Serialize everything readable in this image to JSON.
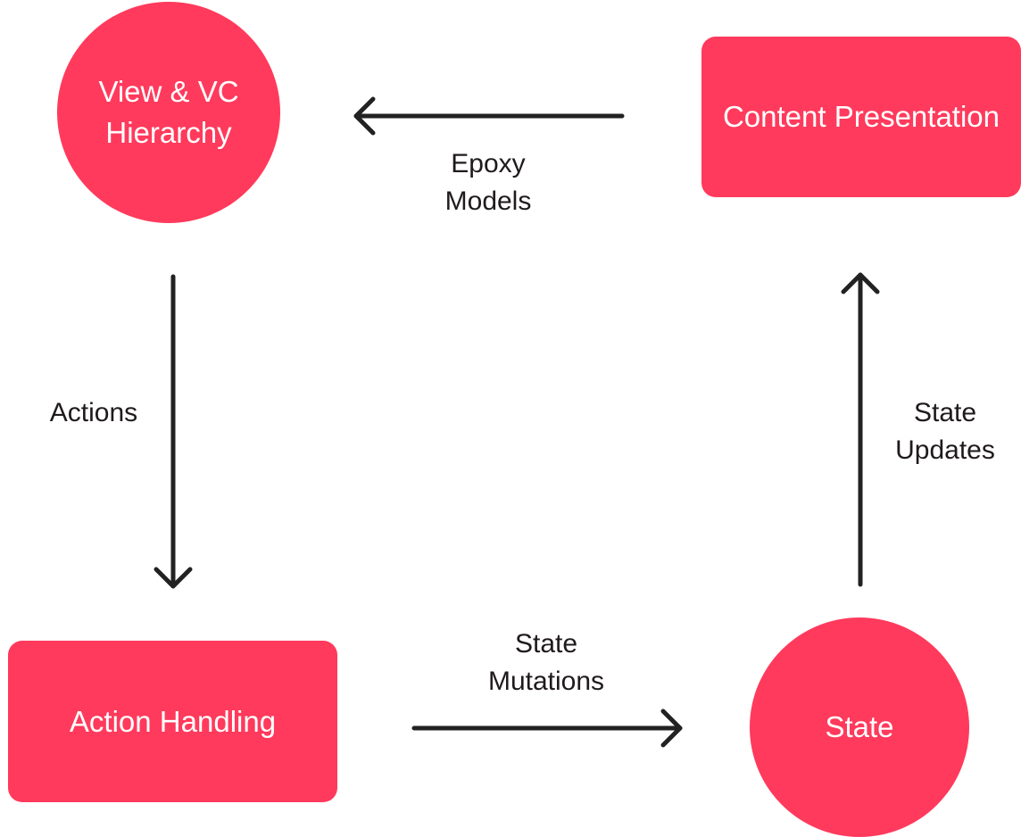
{
  "colors": {
    "node_fill": "#ff3a5c",
    "arrow": "#222222",
    "label_text": "#1f1a1c"
  },
  "nodes": {
    "view_hierarchy": "View & VC\nHierarchy",
    "content_presentation": "Content Presentation",
    "action_handling": "Action Handling",
    "state": "State"
  },
  "edges": {
    "epoxy_models": "Epoxy\nModels",
    "actions": "Actions",
    "state_mutations": "State\nMutations",
    "state_updates": "State\nUpdates"
  }
}
